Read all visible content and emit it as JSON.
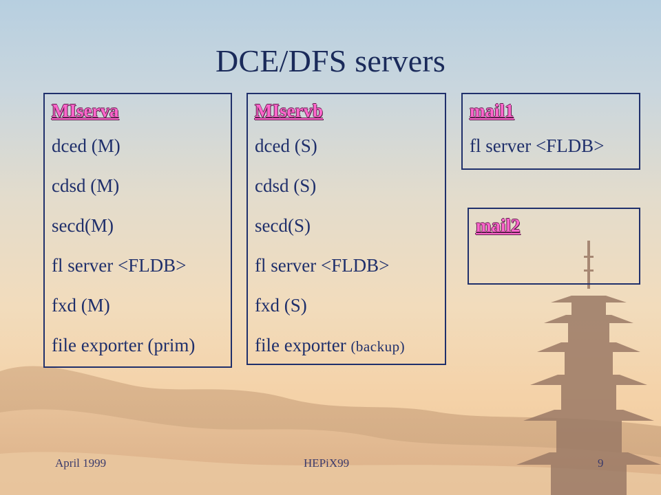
{
  "slide": {
    "title": "DCE/DFS servers",
    "servers": [
      {
        "name": "MIserva",
        "lines": [
          "dced (M)",
          "cdsd (M)",
          "secd(M)",
          "fl server  <FLDB>",
          "fxd (M)",
          "file exporter (prim)"
        ]
      },
      {
        "name": "MIservb",
        "lines": [
          "dced (S)",
          "cdsd (S)",
          "secd(S)",
          "fl server <FLDB>",
          "fxd (S)",
          "file exporter "
        ],
        "last_suffix": "(backup)"
      },
      {
        "name": "mail1",
        "lines": [
          "fl server <FLDB>"
        ]
      },
      {
        "name": "mail2",
        "lines": []
      }
    ],
    "footer": {
      "date": "April 1999",
      "event": "HEPiX99",
      "page": "9"
    }
  },
  "colors": {
    "title": "#1a2a5a",
    "box_border": "#1f2f6b",
    "server_name": "#ff66cc"
  }
}
